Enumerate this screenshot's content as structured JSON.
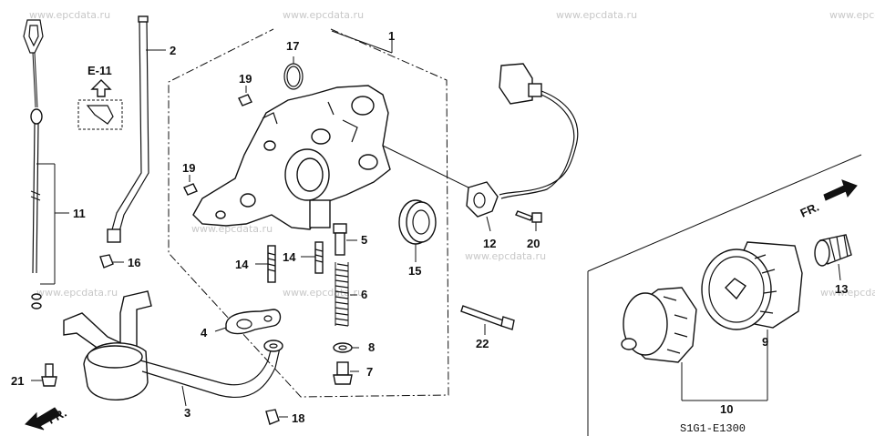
{
  "watermark": "www.epcdata.ru",
  "diagram_code": "S1G1-E1300",
  "ref_label": "E-11",
  "front_label": "FR.",
  "callouts": {
    "c1": "1",
    "c2": "2",
    "c3": "3",
    "c4": "4",
    "c5": "5",
    "c6": "6",
    "c7": "7",
    "c8": "8",
    "c9": "9",
    "c10": "10",
    "c11": "11",
    "c12": "12",
    "c13": "13",
    "c14a": "14",
    "c14b": "14",
    "c15": "15",
    "c16": "16",
    "c17": "17",
    "c18": "18",
    "c19a": "19",
    "c19b": "19",
    "c20": "20",
    "c21": "21",
    "c22": "22"
  }
}
